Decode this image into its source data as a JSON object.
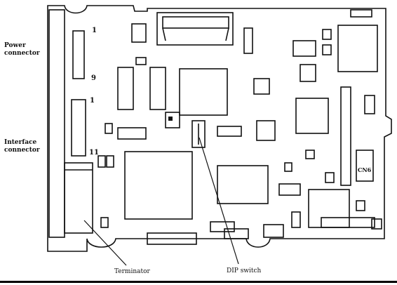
{
  "labels": {
    "power_connector": [
      "Power",
      "connector"
    ],
    "interface_connector": [
      "Interface",
      "connector"
    ],
    "terminator": "Terminator",
    "dip_switch": "DIP switch",
    "cn6": "CN6"
  },
  "pin_numbers": {
    "power_top": "1",
    "power_bottom": "9",
    "interface_top": "1",
    "interface_bottom": "11"
  }
}
